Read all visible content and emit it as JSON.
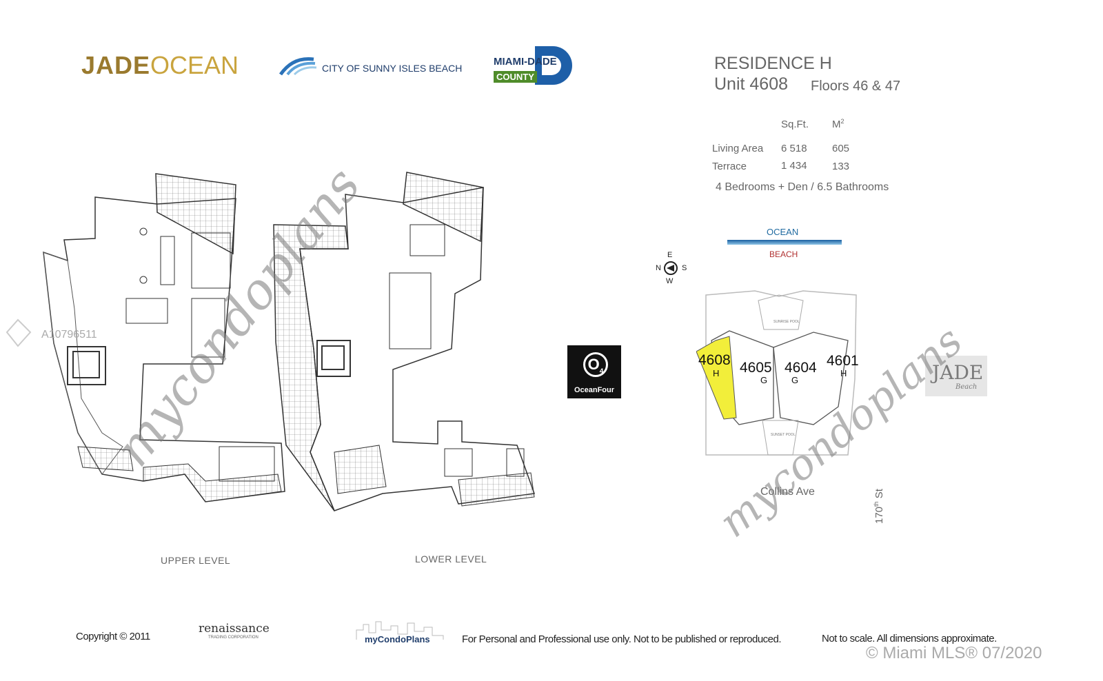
{
  "header": {
    "jade_part1": "JADE",
    "jade_part2": "OCEAN",
    "sunny_isles": "CITY OF SUNNY ISLES BEACH",
    "miami_dade": "MIAMI-DADE",
    "county": "COUNTY"
  },
  "residence": {
    "title": "RESIDENCE H",
    "unit": "Unit 4608",
    "floors": "Floors 46 & 47",
    "col_sqft": "Sq.Ft.",
    "col_m2": "M",
    "col_m2_sup": "2",
    "rows": [
      {
        "label": "Living Area",
        "sqft": "6 518",
        "m2": "605"
      },
      {
        "label": "Terrace",
        "sqft": "1 434",
        "m2": "133"
      }
    ],
    "beds": "4 Bedrooms + Den / 6.5 Bathrooms"
  },
  "siteplan": {
    "ocean": "OCEAN",
    "beach": "BEACH",
    "compass": {
      "e": "E",
      "n": "N",
      "s": "S",
      "w": "W"
    },
    "units": [
      {
        "num": "4608",
        "letter": "H"
      },
      {
        "num": "4605",
        "letter": "G"
      },
      {
        "num": "4604",
        "letter": "G"
      },
      {
        "num": "4601",
        "letter": "H"
      }
    ],
    "collins": "Collins Ave",
    "street_num": "170",
    "street_sup": "th",
    "street_name": " St",
    "highlight_color": "#f2ee3a"
  },
  "floorplans": {
    "upper": "UPPER LEVEL",
    "lower": "LOWER LEVEL"
  },
  "ocean_four": {
    "mark": "O",
    "sub": "4",
    "name": "OceanFour"
  },
  "jade_beach": {
    "title": "JADE",
    "sub": "Beach"
  },
  "watermark": "mycondoplans",
  "mls_id": "A10796511",
  "footer": {
    "copyright": "Copyright © 2011",
    "renaissance": "renaissance",
    "renaissance_sub": "TRADING CORPORATION",
    "mycondoplans": "myCondoPlans",
    "notice": "For Personal and Professional use only.  Not to be published or reproduced.",
    "scale": "Not to scale.  All dimensions approximate.",
    "mls": "© Miami MLS® 07/2020"
  }
}
